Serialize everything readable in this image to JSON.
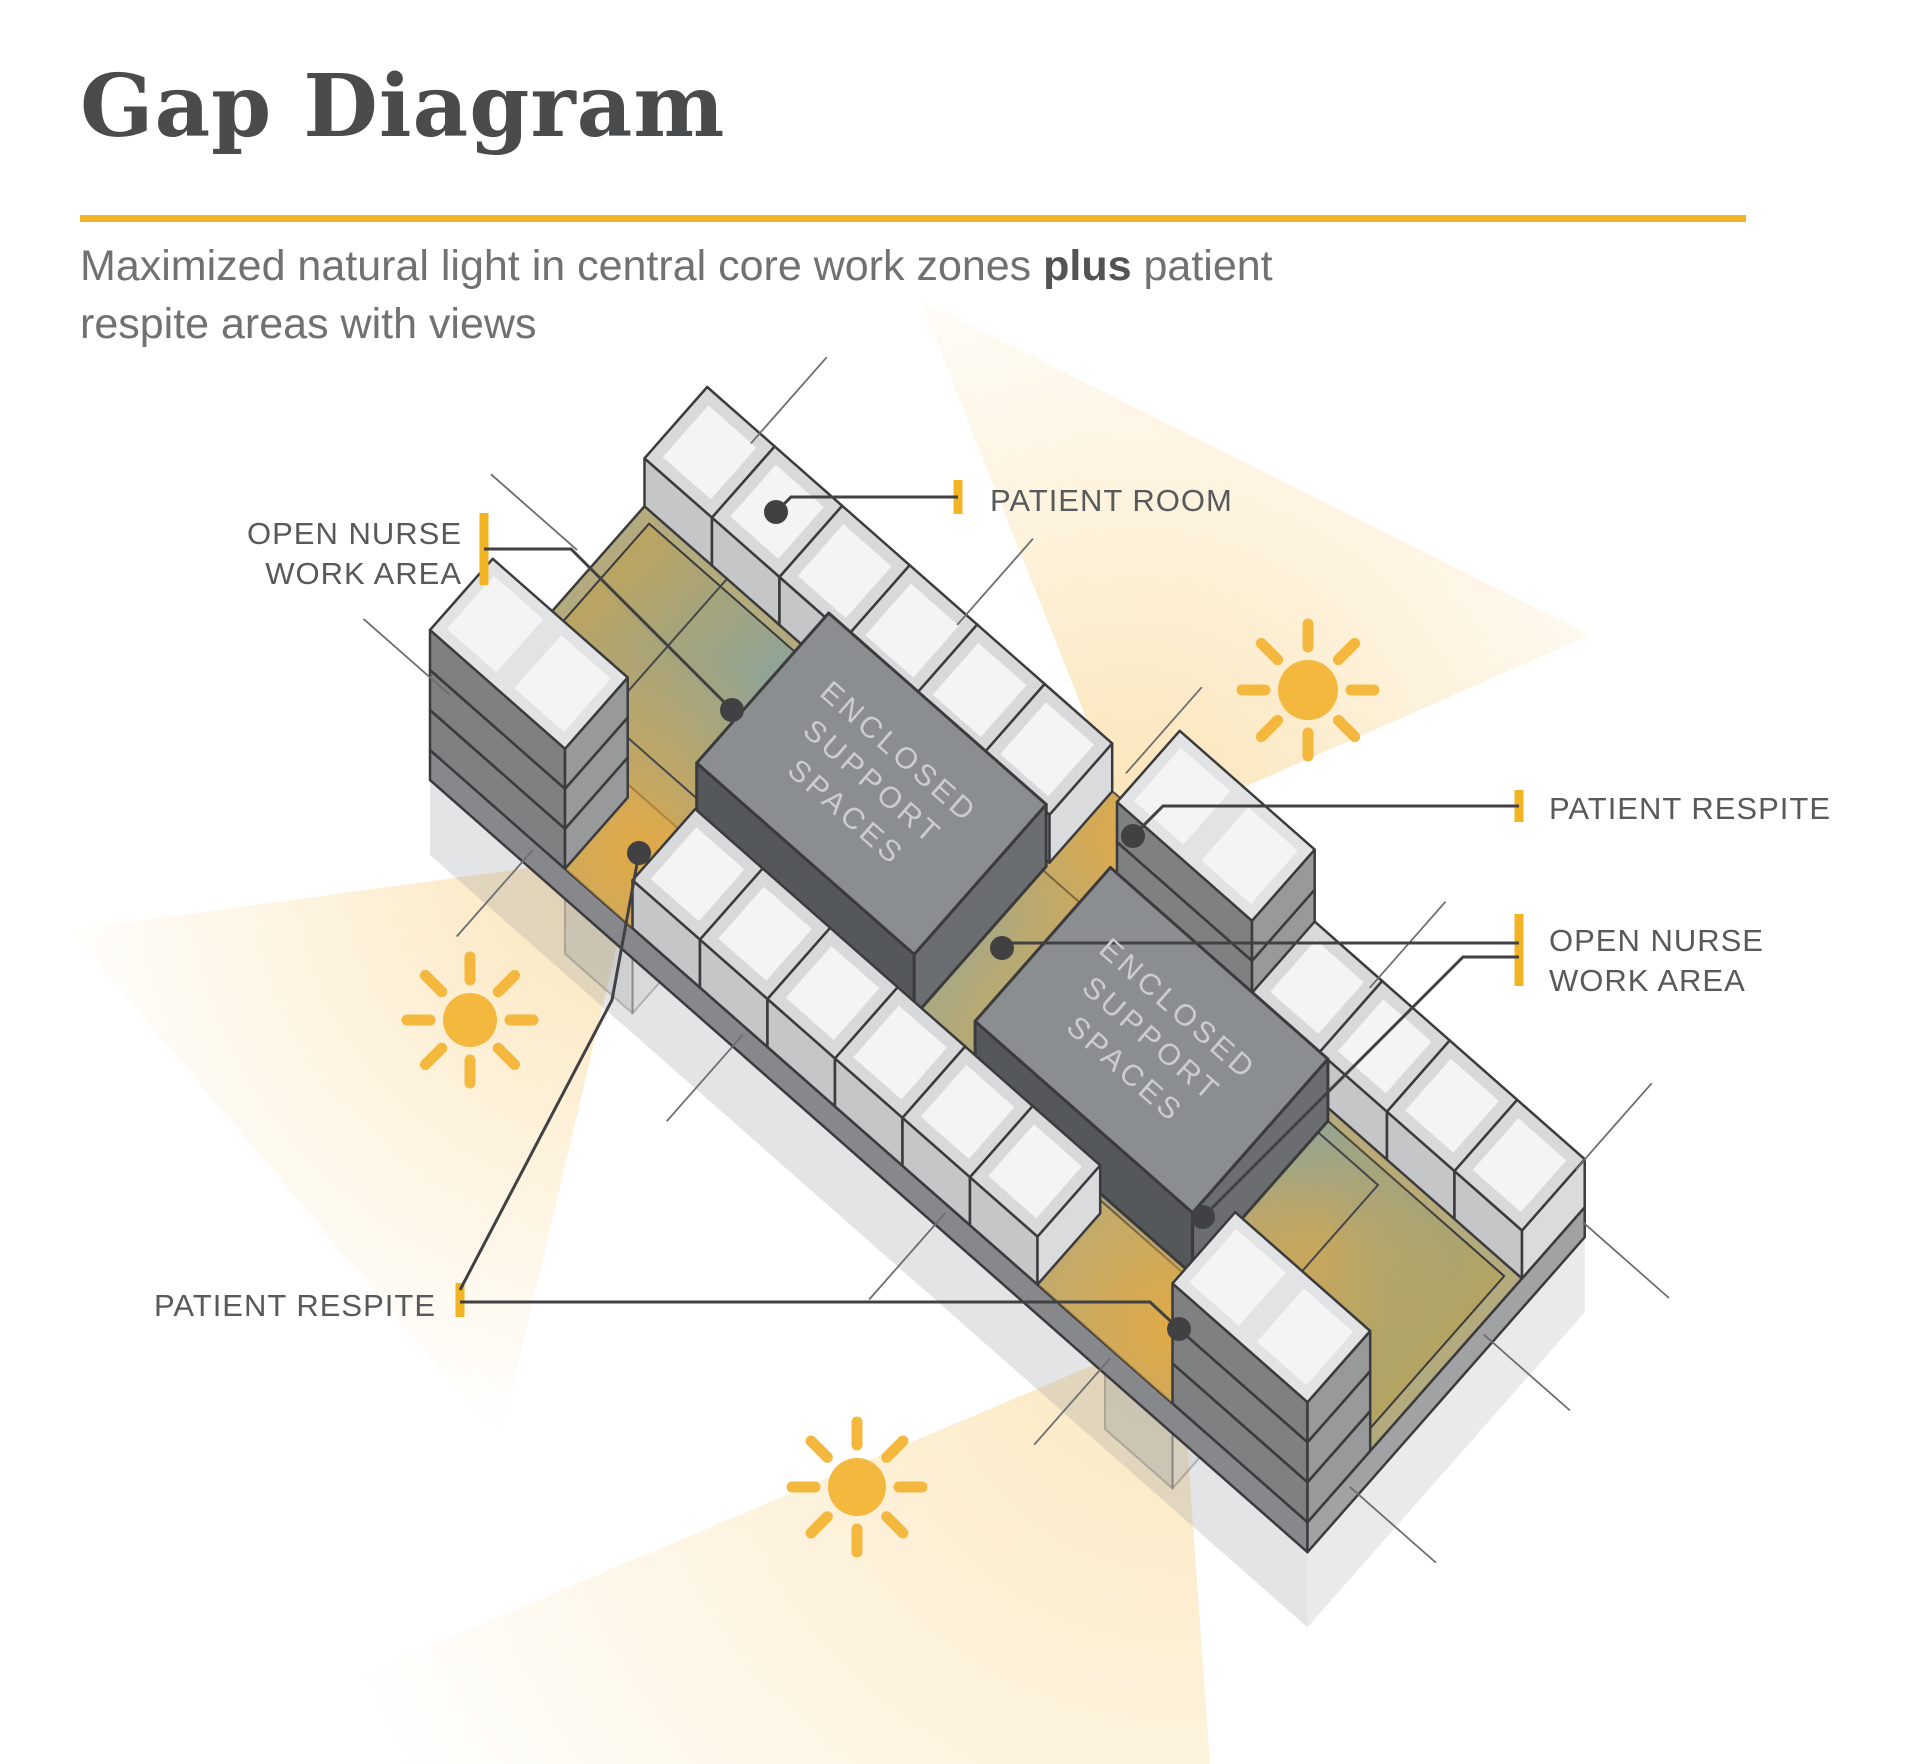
{
  "header": {
    "title": "Gap Diagram",
    "subtitle_line1_pre": "Maximized natural light in central core work zones ",
    "subtitle_line1_bold": "plus",
    "subtitle_line1_post": " patient",
    "subtitle_line2": "respite areas with views"
  },
  "labels": {
    "open_nurse_left_line1": "OPEN NURSE",
    "open_nurse_left_line2": "WORK AREA",
    "patient_room": "PATIENT ROOM",
    "patient_respite_right": "PATIENT RESPITE",
    "open_nurse_right_line1": "OPEN NURSE",
    "open_nurse_right_line2": "WORK AREA",
    "patient_respite_left": "PATIENT RESPITE"
  },
  "support_box_label": {
    "line1": "ENCLOSED",
    "line2": "SUPPORT",
    "line3": "SPACES"
  },
  "colors": {
    "accent_yellow": "#F2B324",
    "sun": "#F5B83F",
    "glow": "#E9A93C",
    "leader": "#414042",
    "title_text": "#4A4B4D",
    "subtitle_text": "#707173",
    "label_text": "#58595B",
    "core_teal": "#8AA49D",
    "core_olive": "#B0A97C",
    "plate_top": "#B3AA7D",
    "plate_sw": "#86888B",
    "plate_se": "#A0A2A4",
    "room_top": "#D8D9DA",
    "room_inner": "#F4F4F5",
    "room_sw": "#C4C6C8",
    "room_se": "#DADBDC",
    "tower_top": "#E2E3E4",
    "tower_sw": "#7E8082",
    "tower_se": "#98999B",
    "box_top": "#8B8E90",
    "box_side_dark": "#55585A",
    "box_side_mid": "#6B6E70",
    "box_text": "#CBCDCE",
    "outline": "#3B3B3D",
    "ghost": "#9A9EA1",
    "context_line": "#6D6E71",
    "work_outline": "#45464A"
  }
}
